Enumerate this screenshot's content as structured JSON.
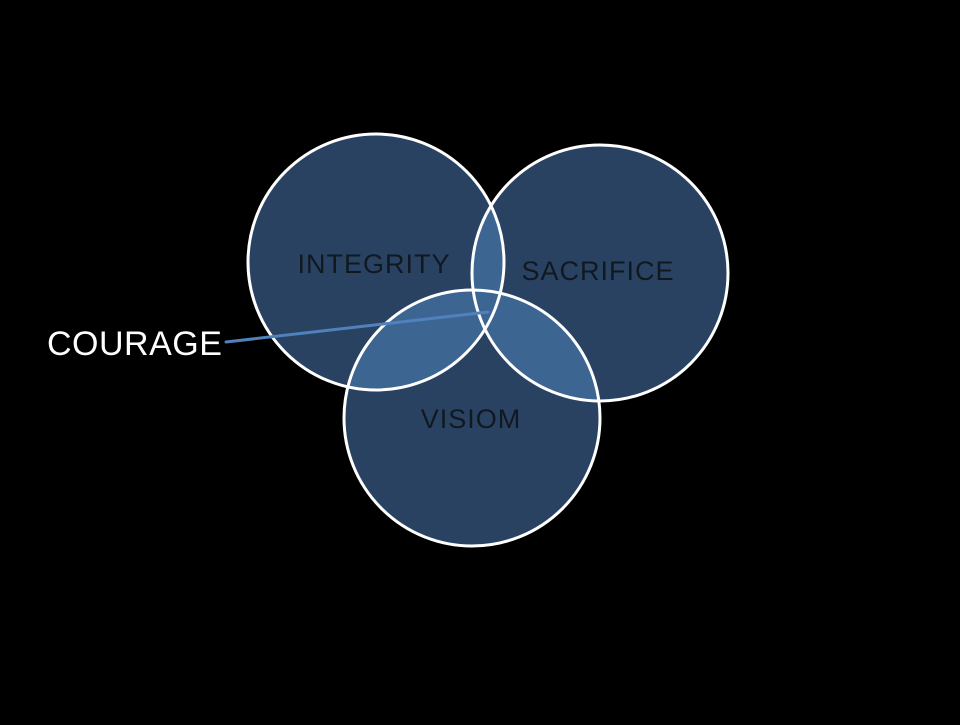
{
  "diagram": {
    "circles": [
      {
        "id": "integrity",
        "label": "INTEGRITY"
      },
      {
        "id": "sacrifice",
        "label": "SACRIFICE"
      },
      {
        "id": "vision",
        "label": "VISIOM"
      }
    ],
    "pointer": {
      "label": "COURAGE"
    }
  },
  "colors": {
    "background": "#000000",
    "circle_fill": "#2a4262",
    "overlap_fill": "#3d6591",
    "circle_stroke": "#ffffff",
    "label_text": "#101820",
    "pointer_text": "#ffffff",
    "pointer_line": "#4f81bd"
  }
}
